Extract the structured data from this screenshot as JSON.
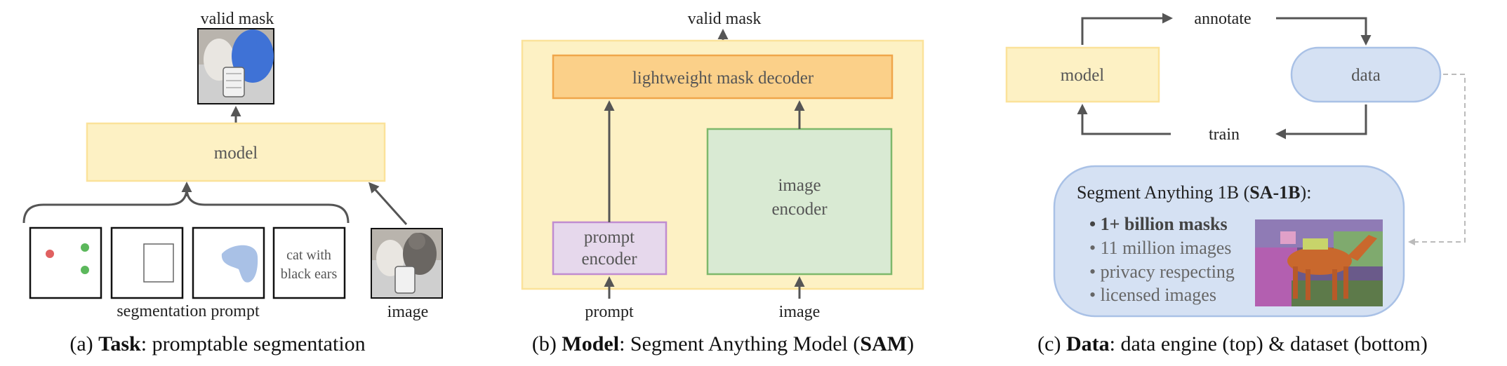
{
  "panel_a": {
    "output_label": "valid mask",
    "model_label": "model",
    "prompt_text": [
      "cat with",
      "black ears"
    ],
    "segmentation_prompt_label": "segmentation prompt",
    "image_label": "image",
    "caption_prefix": "(a) ",
    "caption_bold": "Task",
    "caption_rest": ": promptable segmentation"
  },
  "panel_b": {
    "output_label": "valid mask",
    "decoder_label": "lightweight mask decoder",
    "prompt_encoder_label": [
      "prompt",
      "encoder"
    ],
    "image_encoder_label": [
      "image",
      "encoder"
    ],
    "prompt_label": "prompt",
    "image_label": "image",
    "caption_prefix": "(b) ",
    "caption_bold": "Model",
    "caption_mid": ": Segment Anything Model (",
    "caption_bold2": "SAM",
    "caption_end": ")"
  },
  "panel_c": {
    "annotate_label": "annotate",
    "model_label": "model",
    "data_label": "data",
    "train_label": "train",
    "dataset_title_prefix": "Segment Anything 1B (",
    "dataset_title_bold": "SA-1B",
    "dataset_title_suffix": "):",
    "bullets": [
      "1+ billion masks",
      "11 million images",
      "privacy respecting",
      "licensed images"
    ],
    "caption_prefix": "(c) ",
    "caption_bold": "Data",
    "caption_rest": ": data engine (top) & dataset (bottom)"
  },
  "colors": {
    "model_fill": "#fdf1c4",
    "model_stroke": "#fbe29a",
    "decoder_fill": "#fbd089",
    "decoder_stroke": "#f0a64a",
    "prompt_enc_fill": "#e6d8ec",
    "prompt_enc_stroke": "#c08cd0",
    "image_enc_fill": "#d9ead3",
    "image_enc_stroke": "#7db86b",
    "data_fill": "#d5e1f3",
    "data_stroke": "#a9c1e6",
    "red_dot": "#e06060",
    "green_dot": "#5cb85c",
    "blob": "#a9c1e6"
  }
}
